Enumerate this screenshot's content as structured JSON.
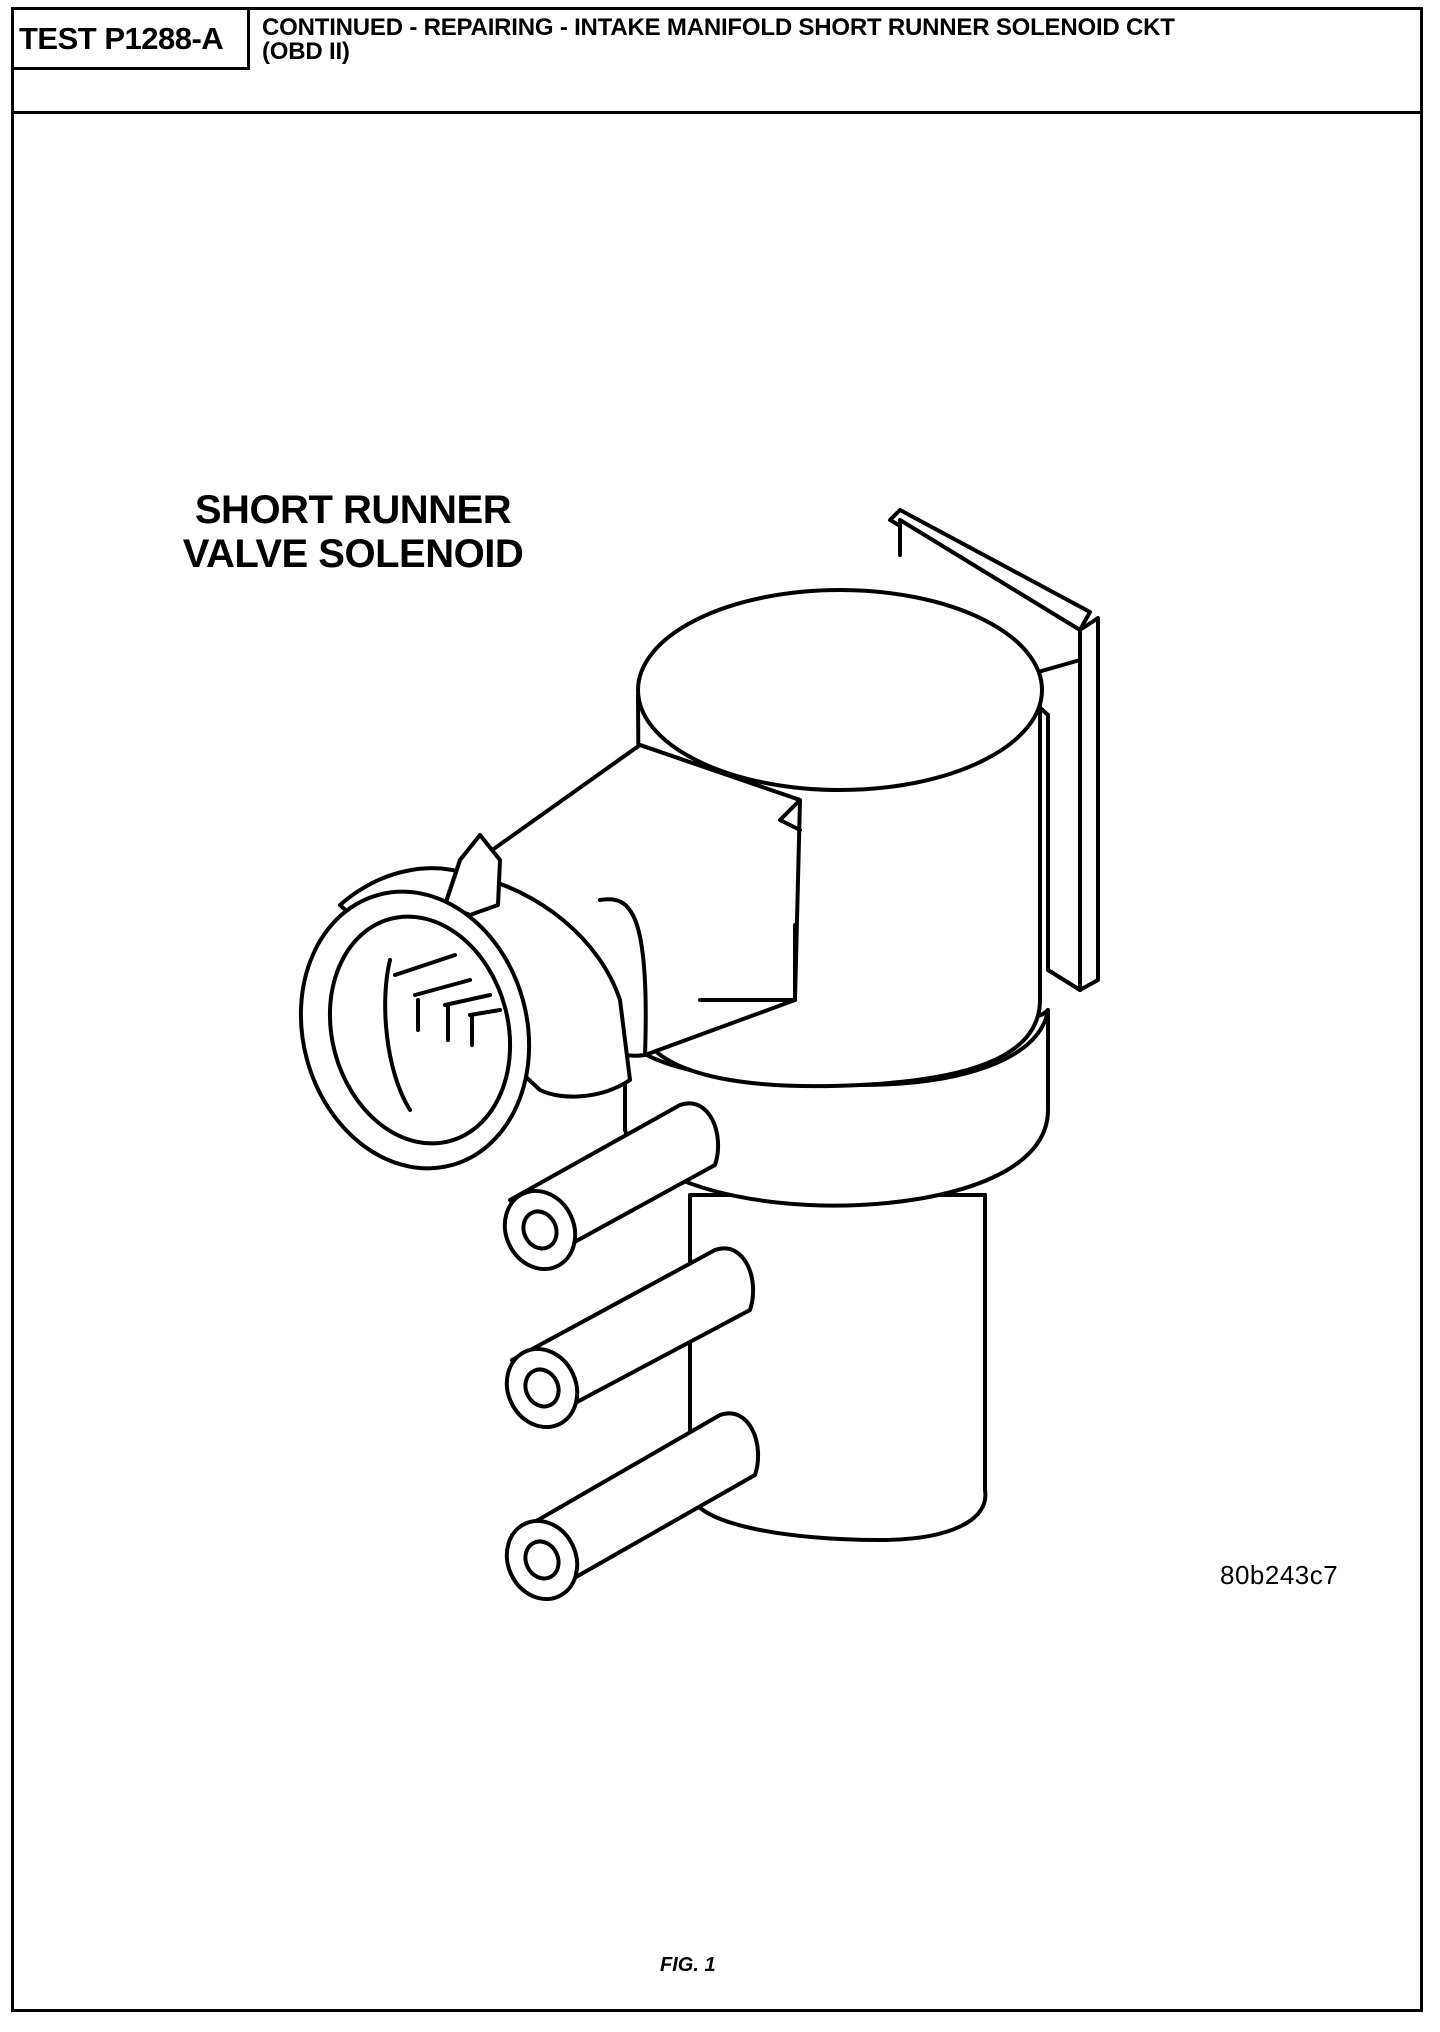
{
  "header": {
    "test_id": "TEST P1288-A",
    "title_line1": "CONTINUED - REPAIRING - INTAKE MANIFOLD SHORT RUNNER SOLENOID CKT",
    "title_line2": "(OBD II)"
  },
  "figure": {
    "callout_line1": "SHORT RUNNER",
    "callout_line2": "VALVE SOLENOID",
    "code": "80b243c7",
    "caption": "FIG. 1"
  }
}
